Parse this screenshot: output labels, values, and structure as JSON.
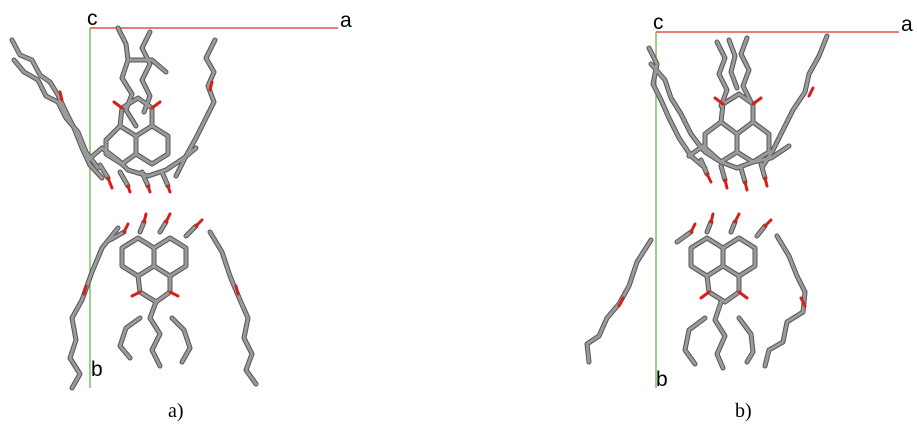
{
  "figure": {
    "panels": [
      {
        "id": "a",
        "caption": "a)",
        "axes": {
          "origin_label": "c",
          "horizontal_label": "a",
          "vertical_label": "b"
        },
        "colors": {
          "a_axis": "#e0504a",
          "b_axis": "#6cc05c",
          "bond": "#9a9a9a",
          "bond_outline": "#555555",
          "oxygen": "#d7201a"
        }
      },
      {
        "id": "b",
        "caption": "b)",
        "axes": {
          "origin_label": "c",
          "horizontal_label": "a",
          "vertical_label": "b"
        },
        "colors": {
          "a_axis": "#e0504a",
          "b_axis": "#6cc05c",
          "bond": "#9a9a9a",
          "bond_outline": "#555555",
          "oxygen": "#d7201a"
        }
      }
    ]
  }
}
